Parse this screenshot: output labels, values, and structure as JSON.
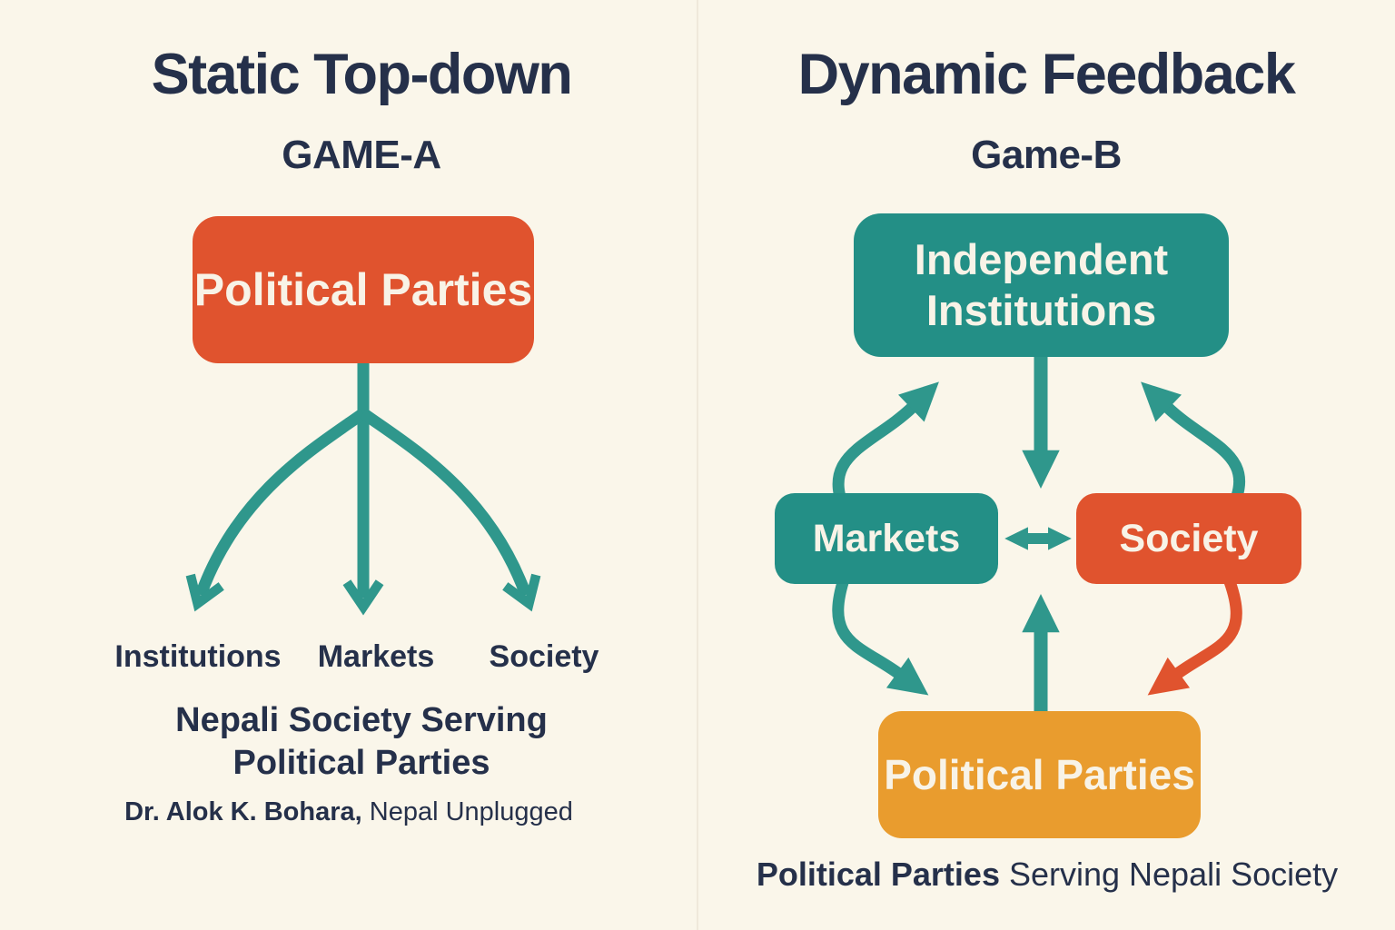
{
  "left_panel": {
    "title": "Static Top-down",
    "subtitle": "GAME-A",
    "top_box": "Political Parties",
    "targets": [
      "Institutions",
      "Markets",
      "Society"
    ],
    "caption_line1": "Nepali Society Serving",
    "caption_line2": "Political Parties",
    "attribution_bold": "Dr. Alok K. Bohara,",
    "attribution_regular": " Nepal Unplugged"
  },
  "right_panel": {
    "title": "Dynamic Feedback",
    "subtitle": "Game-B",
    "top_box": "Independent Institutions",
    "left_box": "Markets",
    "right_box": "Society",
    "bottom_box": "Political Parties",
    "caption_bold": "Political Parties",
    "caption_regular": " Serving Nepali Society"
  },
  "colors": {
    "background": "#faf6ea",
    "navy_text": "#25304a",
    "teal": "#238f86",
    "teal_arrow": "#2f978c",
    "orange": "#e0532e",
    "amber": "#e99c2e",
    "box_text": "#f8f3e7"
  }
}
